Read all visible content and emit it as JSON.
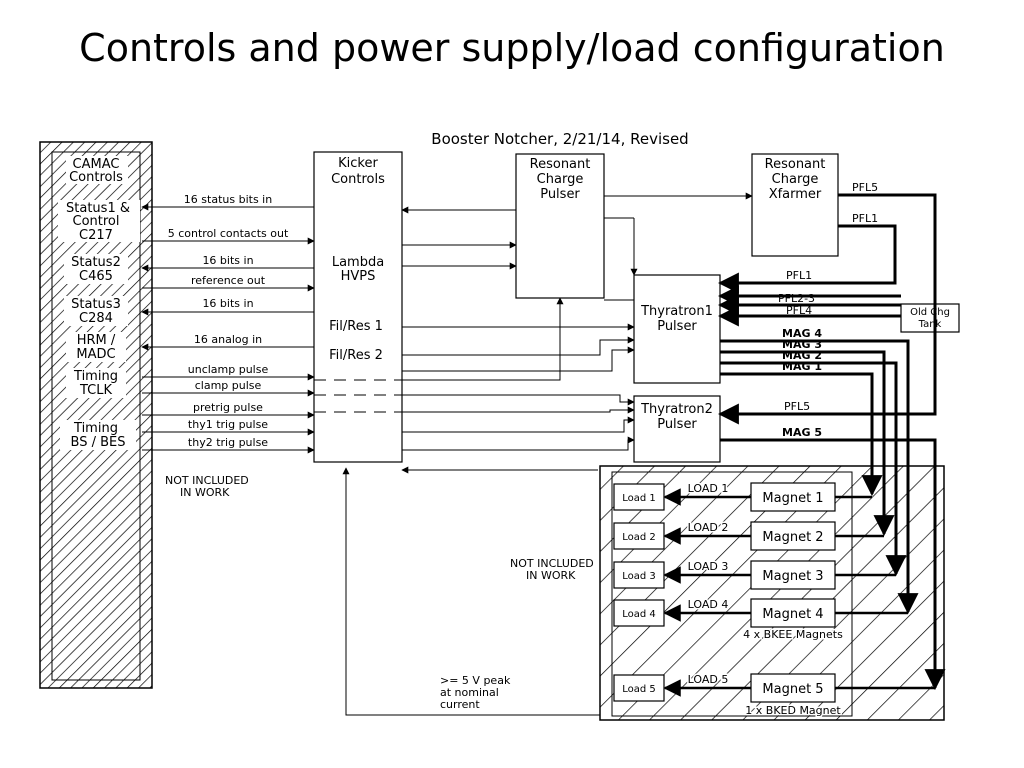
{
  "slide": {
    "title": "Controls and power supply/load configuration"
  },
  "diagram": {
    "title": "Booster Notcher, 2/21/14, Revised",
    "camac": {
      "header": [
        "CAMAC",
        "Controls"
      ],
      "status1": [
        "Status1 &",
        "Control",
        "C217"
      ],
      "status2": [
        "Status2",
        "C465"
      ],
      "status3": [
        "Status3",
        "C284"
      ],
      "hrm": [
        "HRM /",
        "MADC"
      ],
      "timing1": [
        "Timing",
        "TCLK"
      ],
      "timing2": [
        "Timing",
        "BS / BES"
      ]
    },
    "signals": {
      "status_bits": "16 status bits in",
      "control_contacts": "5 control contacts out",
      "bits_in_1": "16 bits in",
      "reference_out": "reference out",
      "bits_in_2": "16 bits in",
      "analog_in": "16 analog in",
      "unclamp": "unclamp pulse",
      "clamp": "clamp pulse",
      "pretrig": "pretrig pulse",
      "thy1_trig": "thy1 trig pulse",
      "thy2_trig": "thy2 trig pulse"
    },
    "kicker": {
      "title": [
        "Kicker",
        "Controls"
      ],
      "lambda": [
        "Lambda",
        "HVPS"
      ],
      "filres1": "Fil/Res 1",
      "filres2": "Fil/Res 2"
    },
    "rcp": [
      "Resonant",
      "Charge",
      "Pulser"
    ],
    "rcx": [
      "Resonant",
      "Charge",
      "Xfarmer"
    ],
    "thy1": [
      "Thyratron1",
      "Pulser"
    ],
    "thy2": [
      "Thyratron2",
      "Pulser"
    ],
    "old_tank": [
      "Old Chg",
      "Tank"
    ],
    "pfl": {
      "pfl5_top": "PFL5",
      "pfl1_top": "PFL1",
      "pfl1": "PFL1",
      "pfl23": "PFL2-3",
      "pfl4": "PFL4",
      "pfl5": "PFL5"
    },
    "mag": {
      "mag4": "MAG 4",
      "mag3": "MAG 3",
      "mag2": "MAG 2",
      "mag1": "MAG 1",
      "mag5": "MAG 5"
    },
    "loads": [
      {
        "box": "Load 1",
        "wire": "LOAD 1",
        "magnet": "Magnet 1"
      },
      {
        "box": "Load 2",
        "wire": "LOAD 2",
        "magnet": "Magnet 2"
      },
      {
        "box": "Load 3",
        "wire": "LOAD 3",
        "magnet": "Magnet 3"
      },
      {
        "box": "Load 4",
        "wire": "LOAD 4",
        "magnet": "Magnet 4"
      },
      {
        "box": "Load 5",
        "wire": "LOAD 5",
        "magnet": "Magnet 5"
      }
    ],
    "bkee": "4 x BKEE Magnets",
    "bked": "1 x BKED Magnet",
    "not_included_1": [
      "NOT INCLUDED",
      "IN WORK"
    ],
    "not_included_2": [
      "NOT INCLUDED",
      "IN WORK"
    ],
    "peak_note": [
      ">= 5 V peak",
      "at nominal",
      "current"
    ]
  }
}
